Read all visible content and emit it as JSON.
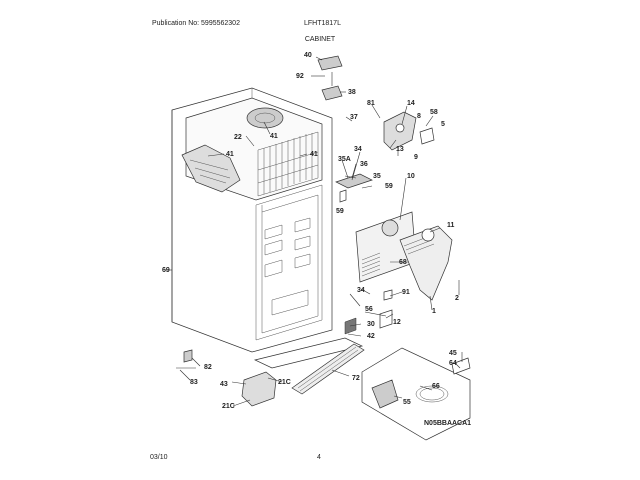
{
  "header": {
    "publication": "Publication No: 5995562302",
    "model": "LFHT1817L",
    "section_title": "CABINET"
  },
  "footer": {
    "date": "03/10",
    "page": "4"
  },
  "diagram": {
    "figure_code": "N05BBAACA1",
    "callouts": [
      "40",
      "92",
      "38",
      "81",
      "14",
      "58",
      "8",
      "5",
      "37",
      "22",
      "41",
      "41",
      "13",
      "9",
      "34",
      "35A",
      "36",
      "10",
      "35",
      "59",
      "59",
      "41",
      "11",
      "68",
      "2",
      "69",
      "56",
      "91",
      "34",
      "1",
      "30",
      "42",
      "12",
      "82",
      "83",
      "43",
      "21C",
      "72",
      "45",
      "64",
      "66",
      "21C",
      "55"
    ]
  }
}
